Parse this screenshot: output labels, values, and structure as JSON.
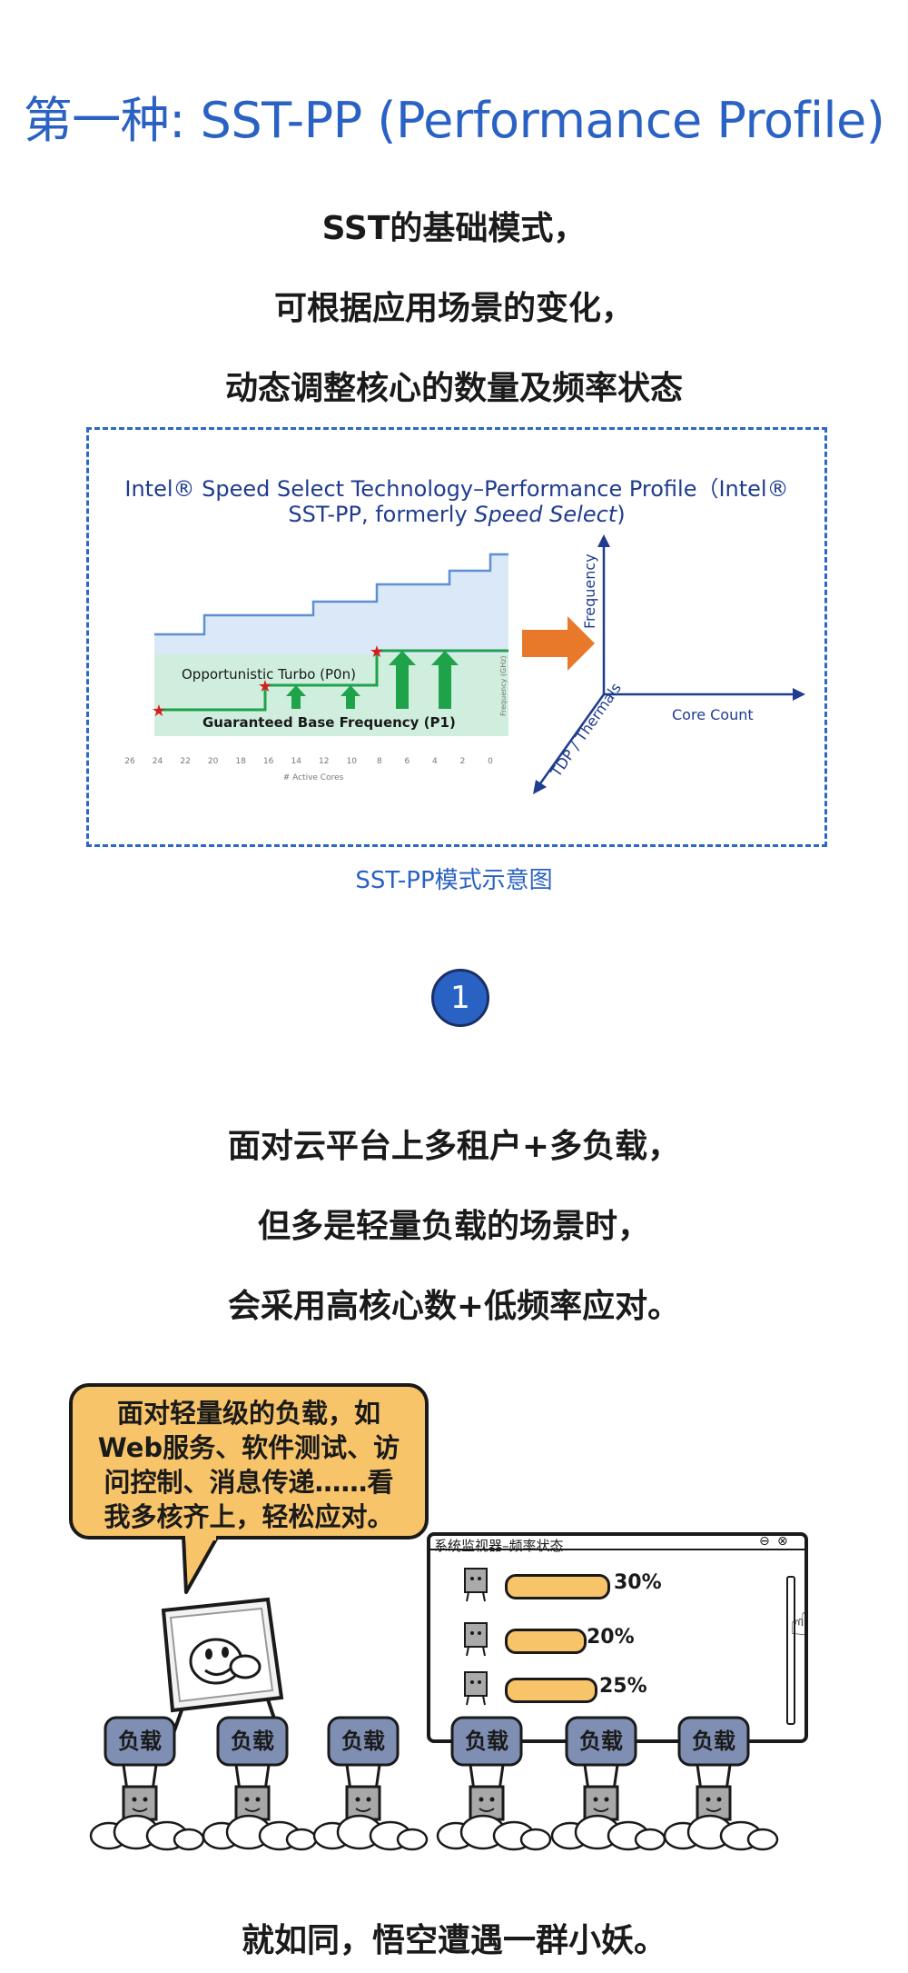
{
  "heading": {
    "title": "第一种: SST-PP (Performance Profile)"
  },
  "intro": {
    "lines": [
      "SST的基础模式，",
      "可根据应用场景的变化，",
      "动态调整核心的数量及频率状态"
    ]
  },
  "figure": {
    "title_line1": "Intel® Speed Select Technology–Performance Profile（Intel®",
    "title_line2_prefix": "SST-PP, formerly ",
    "title_line2_italic": "Speed Select",
    "title_line2_suffix": ")",
    "chart": {
      "turbo_label": "Opportunistic Turbo (P0n)",
      "base_label": "Guaranteed Base Frequency (P1)",
      "x_axis_label": "# Active Cores",
      "y_axis_label": "Frequency (GHz)",
      "x_ticks": [
        "26",
        "24",
        "22",
        "20",
        "18",
        "16",
        "14",
        "12",
        "10",
        "8",
        "6",
        "4",
        "2",
        "0"
      ]
    },
    "axes3d": {
      "frequency": "Frequency",
      "core_count": "Core Count",
      "tdp": "TDP / Thermals"
    },
    "colors": {
      "border": "#2f66c9",
      "arrow": "#e8792a",
      "green": "#1fa34a",
      "star": "#d61e1e"
    }
  },
  "caption": "SST-PP模式示意图",
  "step": {
    "number": "1"
  },
  "body": {
    "lines": [
      "面对云平台上多租户+多负载，",
      "但多是轻量负载的场景时，",
      "会采用高核心数+低频率应对。"
    ]
  },
  "illustration": {
    "bubble_lines": [
      "面对轻量级的负载，如",
      "Web服务、软件测试、访",
      "问控制、消息传递……看",
      "我多核齐上，轻松应对。"
    ],
    "monitor": {
      "title": "系统监视器–频率状态",
      "rows": [
        {
          "percent_label": "30%",
          "level": 0.3
        },
        {
          "percent_label": "20%",
          "level": 0.2
        },
        {
          "percent_label": "25%",
          "level": 0.25
        }
      ]
    },
    "load_label": "负载",
    "load_count": 6
  },
  "closing": "就如同，悟空遭遇一群小妖。"
}
